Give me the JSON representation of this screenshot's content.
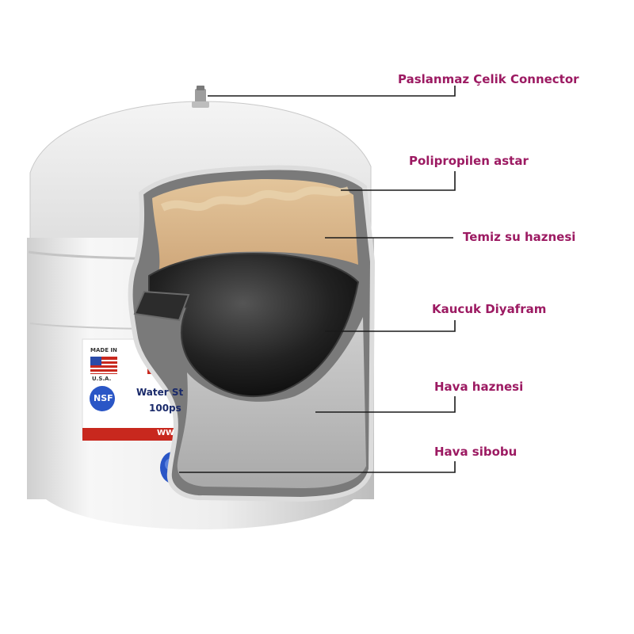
{
  "callouts": {
    "connector": "Paslanmaz Çelik Connector",
    "liner": "Polipropilen astar",
    "water_chamber": "Temiz su haznesi",
    "diaphragm": "Kaucuk Diyafram",
    "air_chamber": "Hava haznesi",
    "air_valve": "Hava sibobu"
  },
  "sticker": {
    "made_in_top": "MADE IN",
    "made_in_bottom": "U.S.A.",
    "nsf": "NSF",
    "line1": "Water St",
    "line2": "100ps",
    "line3": "WW"
  },
  "colors": {
    "label": "#9c1a62",
    "tank": "#eeeeee",
    "water": "#d9b98e",
    "diaphragm": "#222222",
    "air": "#bdbdbd",
    "sticker_red": "#c8281e",
    "valve_blue": "#2a56c6"
  }
}
